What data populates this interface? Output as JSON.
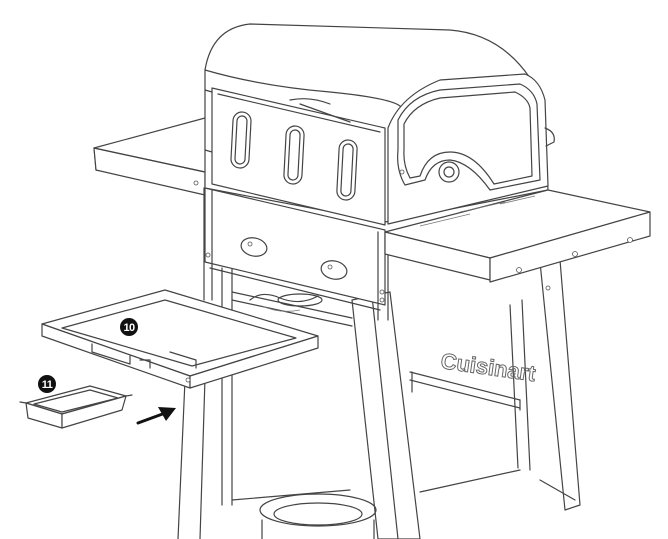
{
  "callouts": {
    "drip_tray": "10",
    "grease_cup": "11"
  },
  "brand_mark": "Cuisinart",
  "colors": {
    "line": "#444444",
    "badge": "#111111",
    "background": "#ffffff"
  }
}
